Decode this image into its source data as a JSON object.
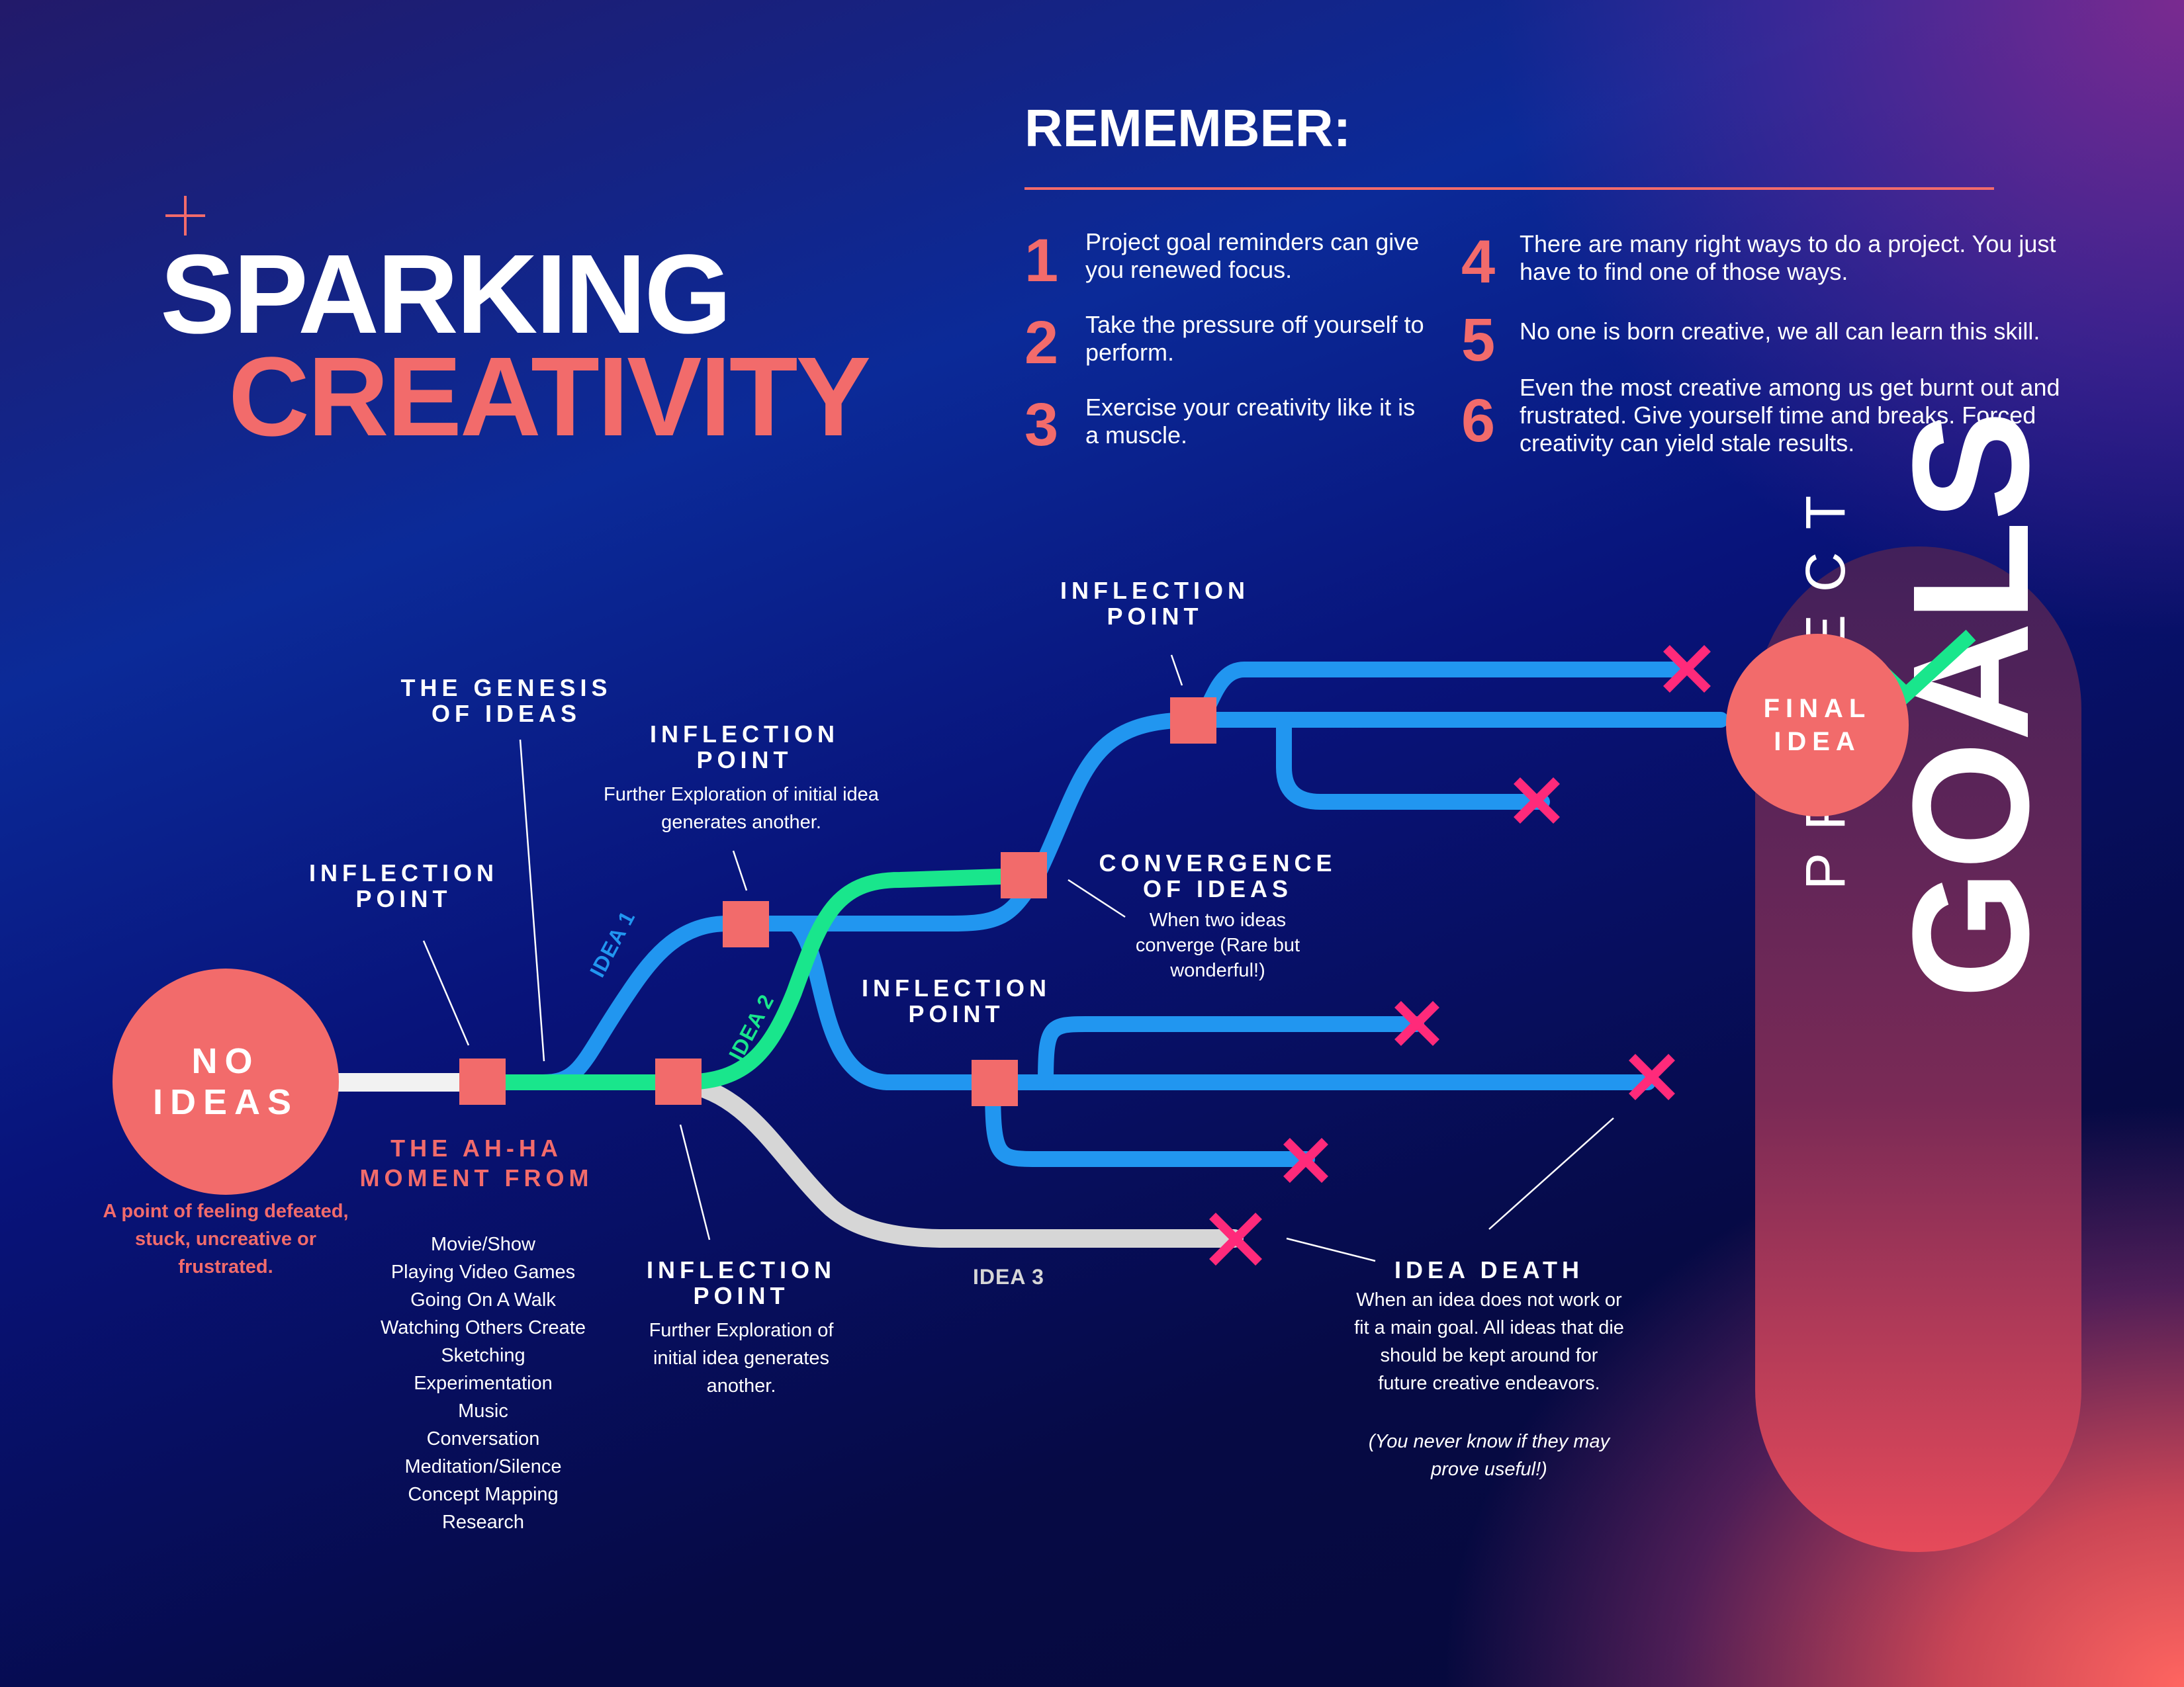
{
  "title": {
    "line1": "SPARKING",
    "line2": "CREATIVITY"
  },
  "remember": {
    "heading": "REMEMBER:",
    "tips": [
      {
        "num": "1",
        "text": "Project goal reminders can give you renewed focus."
      },
      {
        "num": "2",
        "text": "Take the pressure off yourself to perform."
      },
      {
        "num": "3",
        "text": "Exercise your creativity like it is a muscle."
      },
      {
        "num": "4",
        "text": "There are many right ways to do a project. You just have to find one of those ways."
      },
      {
        "num": "5",
        "text": "No one is born creative, we all can learn this skill."
      },
      {
        "num": "6",
        "text": "Even the most creative among us get burnt out and frustrated. Give yourself time and breaks. Forced creativity can yield stale results."
      }
    ]
  },
  "start": {
    "circle": "NO IDEAS",
    "caption": "A point of feeling defeated, stuck, uncreative or frustrated."
  },
  "labels": {
    "inflection_left": "INFLECTION POINT",
    "genesis": "THE GENESIS OF IDEAS",
    "inflection_mid_title": "INFLECTION POINT",
    "inflection_mid_desc": "Further Exploration of initial idea generates another.",
    "inflection_top": "INFLECTION POINT",
    "convergence_title": "CONVERGENCE OF IDEAS",
    "convergence_desc": "When two ideas converge (Rare but wonderful!)",
    "inflection_right": "INFLECTION POINT",
    "inflection_bottom_title": "INFLECTION POINT",
    "inflection_bottom_desc": "Further Exploration of initial idea generates another.",
    "idea1": "IDEA 1",
    "idea2": "IDEA 2",
    "idea3": "IDEA 3"
  },
  "ahha": {
    "title": "THE AH-HA MOMENT FROM",
    "items": [
      "Movie/Show",
      "Playing Video Games",
      "Going On A Walk",
      "Watching Others Create",
      "Sketching",
      "Experimentation",
      "Music",
      "Conversation",
      "Meditation/Silence",
      "Concept Mapping",
      "Research"
    ]
  },
  "idea_death": {
    "title": "IDEA DEATH",
    "desc": "When an idea does not work or fit a main goal. All ideas that die should be kept around for future creative endeavors.",
    "note": "(You never know if they may prove useful!)"
  },
  "final": {
    "circle": "FINAL IDEA"
  },
  "goals": {
    "word1": "PROJECT",
    "word2": "GOALS"
  },
  "colors": {
    "accent": "#f26b6b",
    "idea1": "#2196f0",
    "idea2": "#19e68c",
    "idea3": "#d6d6d6",
    "dead_x": "#ff2a7a",
    "check": "#19e68c"
  }
}
